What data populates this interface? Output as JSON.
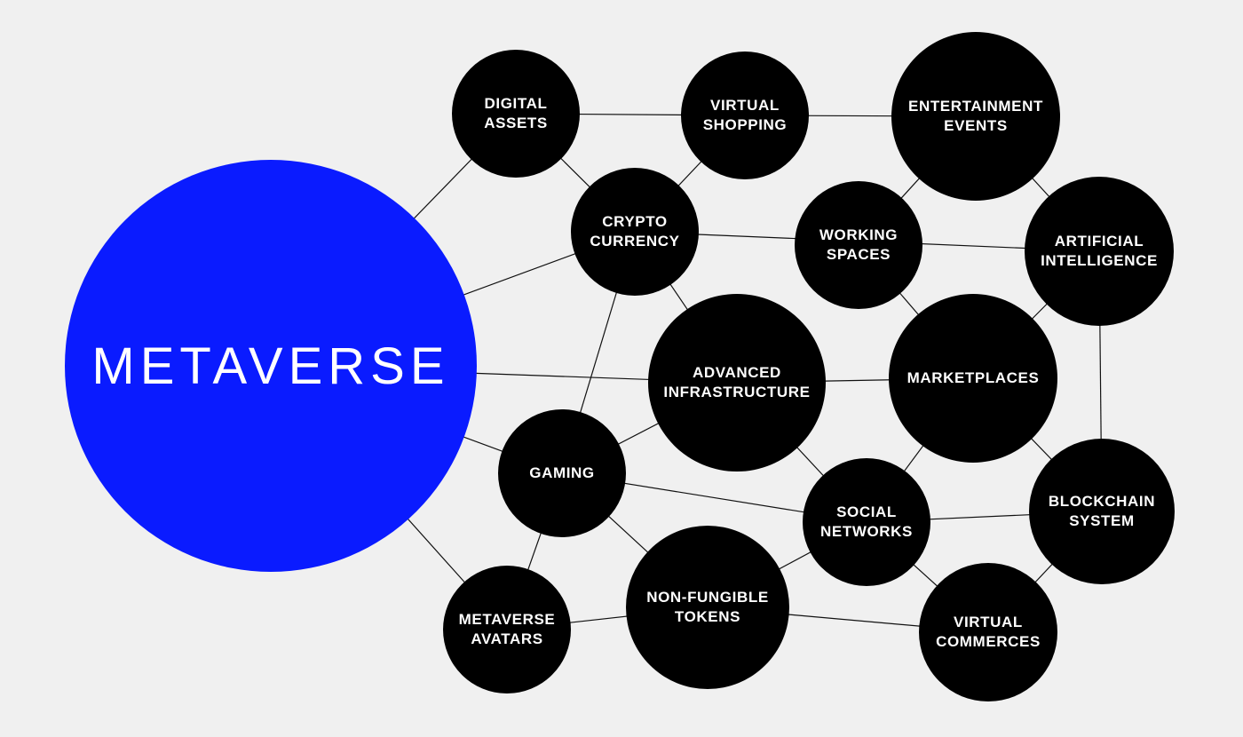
{
  "colors": {
    "background": "#f0f0f0",
    "hub": "#0a1bff",
    "node": "#000000",
    "text": "#ffffff",
    "edge": "#111111"
  },
  "hub": {
    "id": "metaverse",
    "label": "METAVERSE"
  },
  "nodes": [
    {
      "id": "digital-assets",
      "label": "DIGITAL\nASSETS"
    },
    {
      "id": "virtual-shopping",
      "label": "VIRTUAL\nSHOPPING"
    },
    {
      "id": "entertainment-events",
      "label": "ENTERTAINMENT\nEVENTS"
    },
    {
      "id": "crypto-currency",
      "label": "CRYPTO\nCURRENCY"
    },
    {
      "id": "working-spaces",
      "label": "WORKING\nSPACES"
    },
    {
      "id": "artificial-intelligence",
      "label": "ARTIFICIAL\nINTELLIGENCE"
    },
    {
      "id": "advanced-infrastructure",
      "label": "ADVANCED\nINFRASTRUCTURE"
    },
    {
      "id": "marketplaces",
      "label": "MARKETPLACES"
    },
    {
      "id": "gaming",
      "label": "GAMING"
    },
    {
      "id": "social-networks",
      "label": "SOCIAL\nNETWORKS"
    },
    {
      "id": "blockchain-system",
      "label": "BLOCKCHAIN\nSYSTEM"
    },
    {
      "id": "non-fungible-tokens",
      "label": "NON-FUNGIBLE\nTOKENS"
    },
    {
      "id": "metaverse-avatars",
      "label": "METAVERSE\nAVATARS"
    },
    {
      "id": "virtual-commerces",
      "label": "VIRTUAL\nCOMMERCES"
    }
  ],
  "edges": [
    [
      "metaverse",
      "digital-assets"
    ],
    [
      "metaverse",
      "crypto-currency"
    ],
    [
      "metaverse",
      "advanced-infrastructure"
    ],
    [
      "metaverse",
      "gaming"
    ],
    [
      "metaverse",
      "metaverse-avatars"
    ],
    [
      "digital-assets",
      "virtual-shopping"
    ],
    [
      "digital-assets",
      "crypto-currency"
    ],
    [
      "virtual-shopping",
      "crypto-currency"
    ],
    [
      "virtual-shopping",
      "entertainment-events"
    ],
    [
      "entertainment-events",
      "working-spaces"
    ],
    [
      "entertainment-events",
      "artificial-intelligence"
    ],
    [
      "crypto-currency",
      "artificial-intelligence"
    ],
    [
      "crypto-currency",
      "advanced-infrastructure"
    ],
    [
      "crypto-currency",
      "gaming"
    ],
    [
      "working-spaces",
      "marketplaces"
    ],
    [
      "artificial-intelligence",
      "marketplaces"
    ],
    [
      "artificial-intelligence",
      "blockchain-system"
    ],
    [
      "advanced-infrastructure",
      "marketplaces"
    ],
    [
      "advanced-infrastructure",
      "gaming"
    ],
    [
      "advanced-infrastructure",
      "social-networks"
    ],
    [
      "marketplaces",
      "social-networks"
    ],
    [
      "marketplaces",
      "blockchain-system"
    ],
    [
      "gaming",
      "social-networks"
    ],
    [
      "gaming",
      "non-fungible-tokens"
    ],
    [
      "gaming",
      "metaverse-avatars"
    ],
    [
      "social-networks",
      "blockchain-system"
    ],
    [
      "social-networks",
      "non-fungible-tokens"
    ],
    [
      "social-networks",
      "virtual-commerces"
    ],
    [
      "blockchain-system",
      "virtual-commerces"
    ],
    [
      "non-fungible-tokens",
      "metaverse-avatars"
    ],
    [
      "non-fungible-tokens",
      "virtual-commerces"
    ]
  ]
}
